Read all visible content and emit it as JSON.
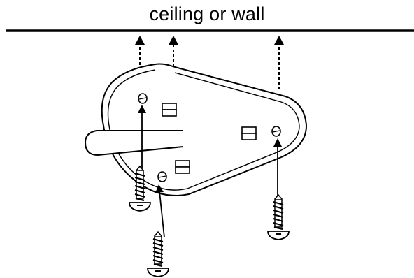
{
  "diagram": {
    "title": "ceiling or wall",
    "colors": {
      "ink": "#000000",
      "paper": "#ffffff"
    },
    "parts": [
      "mounting-bracket",
      "screw",
      "screw",
      "screw",
      "screw-hole",
      "screw-hole",
      "screw-hole",
      "arrow-dashed",
      "arrow-dashed",
      "arrow-dashed",
      "arrow-solid",
      "arrow-solid",
      "arrow-solid"
    ]
  }
}
